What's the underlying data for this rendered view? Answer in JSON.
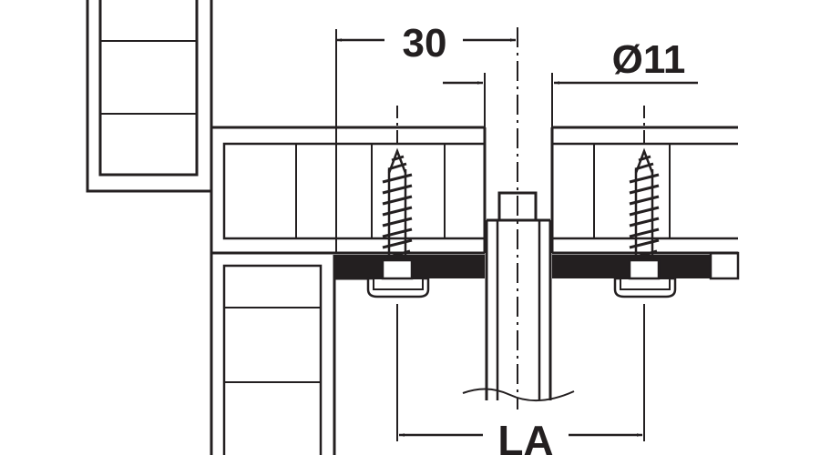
{
  "dimensions": {
    "spacing": {
      "value": "30"
    },
    "diameter": {
      "value": "Ø11"
    },
    "mounting": {
      "value": "LA"
    }
  },
  "colors": {
    "line": "#231f20",
    "fill_dark": "#231f20",
    "background": "#ffffff"
  }
}
